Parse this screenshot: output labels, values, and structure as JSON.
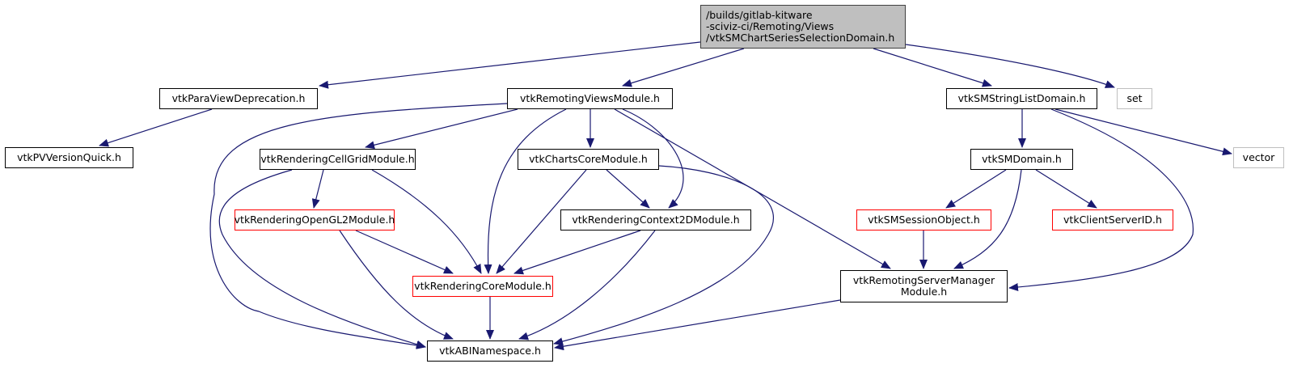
{
  "diagram": {
    "type": "include-dependency-graph",
    "colors": {
      "edge": "#191970",
      "root_fill": "#bfbfbf",
      "documented_border": "#000000",
      "undocumented_border": "#ff0000",
      "external_border": "#bfbfbf"
    },
    "nodes": [
      {
        "id": "root",
        "lines": [
          "/builds/gitlab-kitware",
          "-sciviz-ci/Remoting/Views",
          "/vtkSMChartSeriesSelectionDomain.h"
        ],
        "kind": "root"
      },
      {
        "id": "paraviewdep",
        "lines": [
          "vtkParaViewDeprecation.h"
        ],
        "kind": "documented"
      },
      {
        "id": "pvversion",
        "lines": [
          "vtkPVVersionQuick.h"
        ],
        "kind": "documented"
      },
      {
        "id": "remotingviews",
        "lines": [
          "vtkRemotingViewsModule.h"
        ],
        "kind": "documented"
      },
      {
        "id": "cellgrid",
        "lines": [
          "vtkRenderingCellGridModule.h"
        ],
        "kind": "documented"
      },
      {
        "id": "chartscore",
        "lines": [
          "vtkChartsCoreModule.h"
        ],
        "kind": "documented"
      },
      {
        "id": "opengl2",
        "lines": [
          "vtkRenderingOpenGL2Module.h"
        ],
        "kind": "undocumented"
      },
      {
        "id": "context2d",
        "lines": [
          "vtkRenderingContext2DModule.h"
        ],
        "kind": "documented"
      },
      {
        "id": "renderingcore",
        "lines": [
          "vtkRenderingCoreModule.h"
        ],
        "kind": "undocumented"
      },
      {
        "id": "abinamespace",
        "lines": [
          "vtkABINamespace.h"
        ],
        "kind": "documented"
      },
      {
        "id": "stringlistdomain",
        "lines": [
          "vtkSMStringListDomain.h"
        ],
        "kind": "documented"
      },
      {
        "id": "set",
        "lines": [
          "set"
        ],
        "kind": "external"
      },
      {
        "id": "vector",
        "lines": [
          "vector"
        ],
        "kind": "external"
      },
      {
        "id": "smdomain",
        "lines": [
          "vtkSMDomain.h"
        ],
        "kind": "documented"
      },
      {
        "id": "sessionobject",
        "lines": [
          "vtkSMSessionObject.h"
        ],
        "kind": "undocumented"
      },
      {
        "id": "clientserverid",
        "lines": [
          "vtkClientServerID.h"
        ],
        "kind": "undocumented"
      },
      {
        "id": "servermanager",
        "lines": [
          "vtkRemotingServerManager",
          "Module.h"
        ],
        "kind": "documented"
      }
    ],
    "edges": [
      {
        "from": "root",
        "to": "paraviewdep"
      },
      {
        "from": "root",
        "to": "remotingviews"
      },
      {
        "from": "root",
        "to": "stringlistdomain"
      },
      {
        "from": "root",
        "to": "set"
      },
      {
        "from": "paraviewdep",
        "to": "pvversion"
      },
      {
        "from": "remotingviews",
        "to": "cellgrid"
      },
      {
        "from": "remotingviews",
        "to": "chartscore"
      },
      {
        "from": "remotingviews",
        "to": "renderingcore"
      },
      {
        "from": "remotingviews",
        "to": "context2d"
      },
      {
        "from": "remotingviews",
        "to": "abinamespace"
      },
      {
        "from": "remotingviews",
        "to": "servermanager"
      },
      {
        "from": "cellgrid",
        "to": "opengl2"
      },
      {
        "from": "cellgrid",
        "to": "renderingcore"
      },
      {
        "from": "cellgrid",
        "to": "abinamespace"
      },
      {
        "from": "opengl2",
        "to": "renderingcore"
      },
      {
        "from": "opengl2",
        "to": "abinamespace"
      },
      {
        "from": "chartscore",
        "to": "context2d"
      },
      {
        "from": "chartscore",
        "to": "renderingcore"
      },
      {
        "from": "chartscore",
        "to": "abinamespace"
      },
      {
        "from": "context2d",
        "to": "renderingcore"
      },
      {
        "from": "context2d",
        "to": "abinamespace"
      },
      {
        "from": "renderingcore",
        "to": "abinamespace"
      },
      {
        "from": "stringlistdomain",
        "to": "smdomain"
      },
      {
        "from": "stringlistdomain",
        "to": "vector"
      },
      {
        "from": "stringlistdomain",
        "to": "servermanager"
      },
      {
        "from": "smdomain",
        "to": "sessionobject"
      },
      {
        "from": "smdomain",
        "to": "clientserverid"
      },
      {
        "from": "smdomain",
        "to": "servermanager"
      },
      {
        "from": "sessionobject",
        "to": "servermanager"
      },
      {
        "from": "servermanager",
        "to": "abinamespace"
      }
    ]
  }
}
